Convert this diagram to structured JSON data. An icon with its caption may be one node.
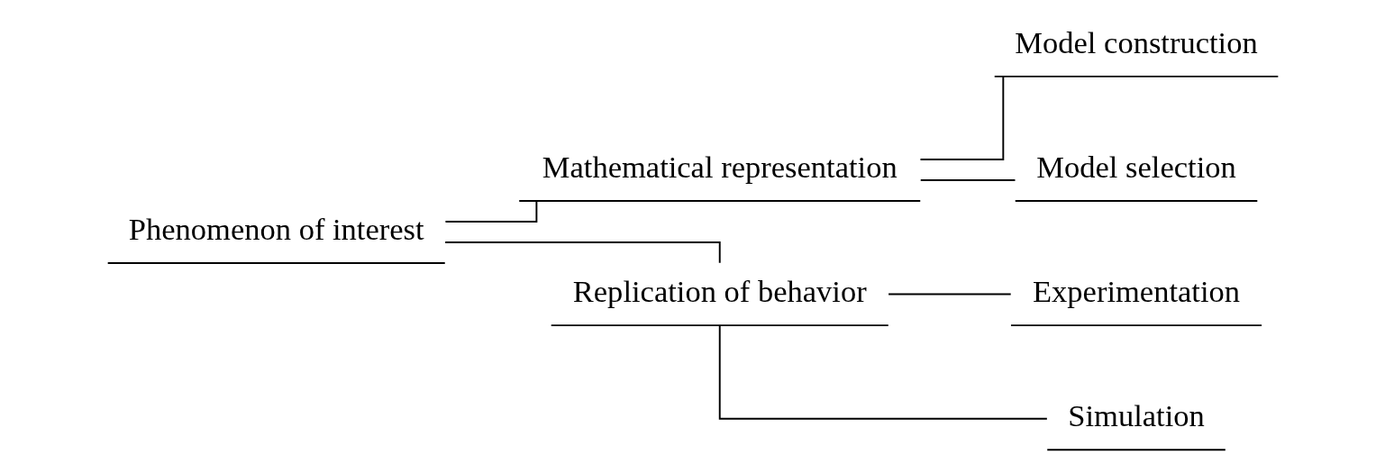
{
  "diagram": {
    "nodes": [
      {
        "text": [
          "Phenomenon of interest"
        ]
      },
      {
        "text": [
          "Mathematical representation"
        ]
      },
      {
        "text": [
          "Replication of behavior"
        ]
      },
      {
        "text": [
          "Model construction"
        ]
      },
      {
        "text": [
          "Model selection"
        ]
      },
      {
        "text": [
          "Experimentation"
        ]
      },
      {
        "text": [
          "Simulation"
        ]
      }
    ],
    "edges": [
      {
        "from": 0,
        "to": 1,
        "arrow": "none"
      },
      {
        "from": 0,
        "to": 2,
        "arrow": "none"
      },
      {
        "from": 1,
        "to": 3,
        "arrow": "none"
      },
      {
        "from": 1,
        "to": 4,
        "arrow": "none"
      },
      {
        "from": 2,
        "to": 5,
        "arrow": "none"
      },
      {
        "from": 2,
        "to": 6,
        "arrow": "none"
      }
    ]
  }
}
